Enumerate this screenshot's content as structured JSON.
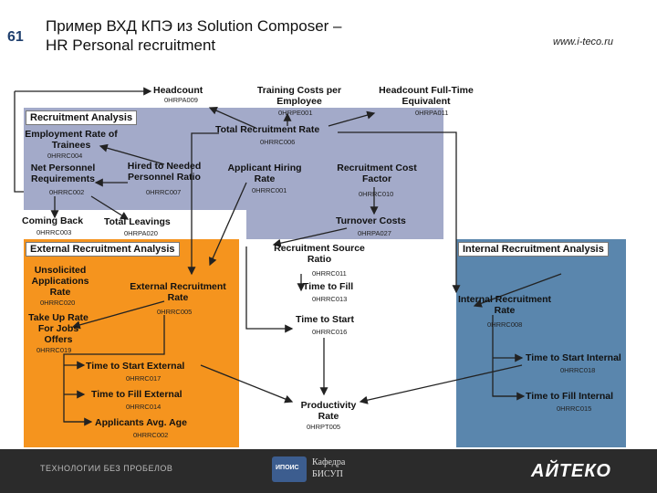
{
  "slide_number": "61",
  "title_line1": "Пример ВХД КПЭ из Solution Composer –",
  "title_line2": "HR Personal recruitment",
  "website": "www.i-teco.ru",
  "colors": {
    "blue_region": "#a3aac9",
    "orange_region": "#f5941e",
    "teal_region": "#5a86ad",
    "footer": "#2b2b2b"
  },
  "regions": {
    "recruitment_analysis": "Recruitment Analysis",
    "external_analysis": "External Recruitment Analysis",
    "internal_analysis": "Internal Recruitment Analysis"
  },
  "nodes": {
    "headcount": {
      "label": "Headcount",
      "code": "0HRPA009"
    },
    "training_costs": {
      "label": "Training Costs per Employee",
      "code": "0HRPE001"
    },
    "headcount_fte": {
      "label": "Headcount Full-Time Equivalent",
      "code": "0HRPA011"
    },
    "total_recruitment_rate": {
      "label": "Total Recruitment  Rate",
      "code": "0HRRC006"
    },
    "employment_rate": {
      "label": "Employment Rate of Trainees",
      "code": "0HRRC004"
    },
    "net_personnel": {
      "label": "Net Personnel Requirements",
      "code": "0HRRC002"
    },
    "hired_to_needed": {
      "label": "Hired to Needed Personnel Ratio",
      "code": "0HRRC007"
    },
    "applicant_hiring": {
      "label": "Applicant Hiring Rate",
      "code": "0HRRC001"
    },
    "recruitment_cost": {
      "label": "Recruitment Cost Factor",
      "code": "0HRRC010"
    },
    "coming_back": {
      "label": "Coming Back",
      "code": "0HRRC003"
    },
    "total_leavings": {
      "label": "Total Leavings",
      "code": "0HRPA020"
    },
    "turnover_costs": {
      "label": "Turnover Costs",
      "code": "0HRPA027"
    },
    "recruitment_source": {
      "label": "Recruitment Source Ratio",
      "code": "0HRRC011"
    },
    "time_to_fill": {
      "label": "Time to Fill",
      "code": "0HRRC013"
    },
    "time_to_start": {
      "label": "Time to Start",
      "code": "0HRRC016"
    },
    "unsolicited": {
      "label": "Unsolicited Applications Rate",
      "code": "0HRRC020"
    },
    "external_rate": {
      "label": "External Recruitment Rate",
      "code": "0HRRC005"
    },
    "take_up": {
      "label": "Take Up Rate For Jobs Offers",
      "code": "0HRRC019"
    },
    "time_start_external": {
      "label": "Time to Start External",
      "code": "0HRRC017"
    },
    "time_fill_external": {
      "label": "Time to Fill External",
      "code": "0HRRC014"
    },
    "applicants_age": {
      "label": "Applicants Avg. Age",
      "code": "0HRRC002"
    },
    "productivity": {
      "label": "Productivity Rate",
      "code": "0HRPT005"
    },
    "internal_rate": {
      "label": "Internal Recruitment Rate",
      "code": "0HRRC008"
    },
    "time_start_internal": {
      "label": "Time to Start Internal",
      "code": "0HRRC018"
    },
    "time_fill_internal": {
      "label": "Time to Fill Internal",
      "code": "0HRRC015"
    }
  },
  "footer": {
    "left_text": "ТЕХНОЛОГИИ БЕЗ ПРОБЕЛОВ",
    "logo_text": "ИПОИС",
    "dept_line1": "Кафедра",
    "dept_line2": "БИСУП",
    "brand": "АЙТЕКО"
  }
}
